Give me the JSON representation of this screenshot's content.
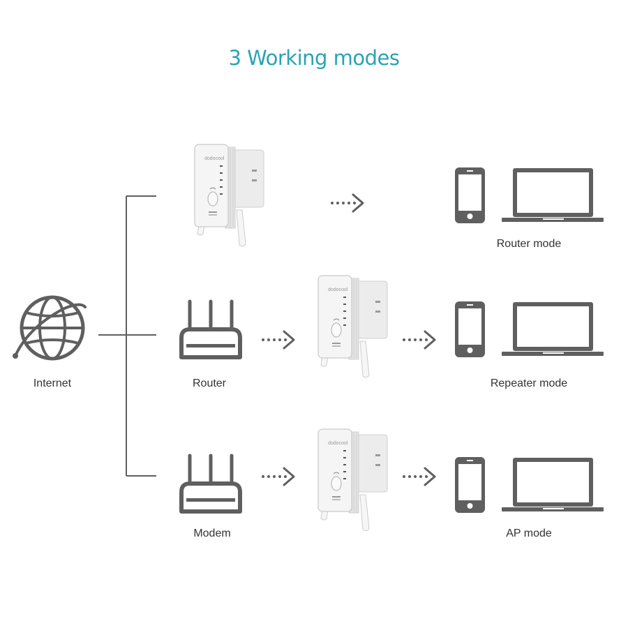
{
  "title": "3 Working modes",
  "labels": {
    "internet": "Internet",
    "router": "Router",
    "modem": "Modem",
    "router_mode": "Router mode",
    "repeater_mode": "Repeater mode",
    "ap_mode": "AP mode"
  },
  "device_brand": "dodocool",
  "colors": {
    "title": "#2aa3b4",
    "icon": "#5f5f5f",
    "text": "#333333",
    "device_body": "#f4f4f4"
  }
}
